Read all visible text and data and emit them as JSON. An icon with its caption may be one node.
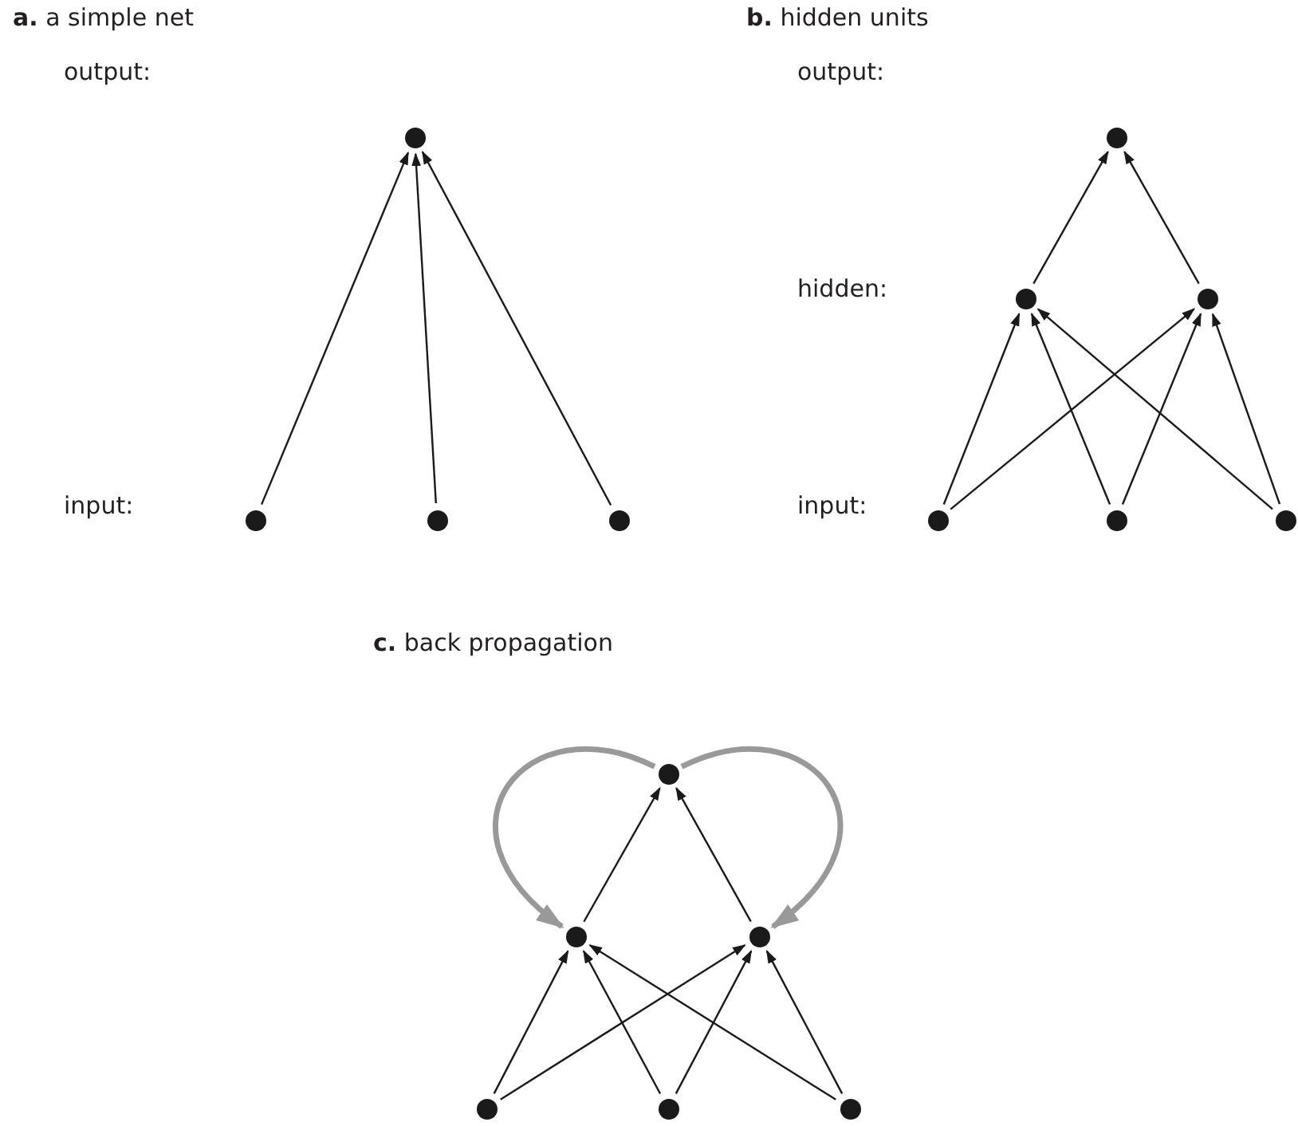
{
  "diagram": {
    "nodes": [
      {
        "text": [],
        "shape": "circle"
      },
      {
        "text": [],
        "shape": "circle"
      },
      {
        "text": [],
        "shape": "circle"
      },
      {
        "text": [],
        "shape": "circle"
      },
      {
        "text": [],
        "shape": "circle"
      },
      {
        "text": [],
        "shape": "circle"
      },
      {
        "text": [],
        "shape": "circle"
      },
      {
        "text": [],
        "shape": "circle"
      },
      {
        "text": [],
        "shape": "circle"
      },
      {
        "text": [],
        "shape": "circle"
      },
      {
        "text": [],
        "shape": "circle"
      },
      {
        "text": [],
        "shape": "circle"
      },
      {
        "text": [],
        "shape": "circle"
      },
      {
        "text": [],
        "shape": "circle"
      },
      {
        "text": [],
        "shape": "circle"
      },
      {
        "text": [],
        "shape": "circle"
      }
    ],
    "edges": [
      {
        "from": 1,
        "to": 0,
        "arrow": "to"
      },
      {
        "from": 2,
        "to": 0,
        "arrow": "to"
      },
      {
        "from": 3,
        "to": 0,
        "arrow": "to"
      },
      {
        "from": 5,
        "to": 4,
        "arrow": "to"
      },
      {
        "from": 6,
        "to": 4,
        "arrow": "to"
      },
      {
        "from": 7,
        "to": 5,
        "arrow": "to"
      },
      {
        "from": 7,
        "to": 6,
        "arrow": "to"
      },
      {
        "from": 8,
        "to": 5,
        "arrow": "to"
      },
      {
        "from": 8,
        "to": 6,
        "arrow": "to"
      },
      {
        "from": 9,
        "to": 5,
        "arrow": "to"
      },
      {
        "from": 9,
        "to": 6,
        "arrow": "to"
      },
      {
        "from": 11,
        "to": 10,
        "arrow": "to"
      },
      {
        "from": 12,
        "to": 10,
        "arrow": "to"
      },
      {
        "from": 13,
        "to": 11,
        "arrow": "to"
      },
      {
        "from": 13,
        "to": 12,
        "arrow": "to"
      },
      {
        "from": 14,
        "to": 11,
        "arrow": "to"
      },
      {
        "from": 14,
        "to": 12,
        "arrow": "to"
      },
      {
        "from": 15,
        "to": 11,
        "arrow": "to"
      },
      {
        "from": 15,
        "to": 12,
        "arrow": "to"
      },
      {
        "from": 10,
        "to": 11,
        "arrow": "to",
        "style": "thick",
        "color": "#999999"
      },
      {
        "from": 10,
        "to": 12,
        "arrow": "to",
        "style": "thick",
        "color": "#999999"
      }
    ],
    "labels": [
      "**a.** a simple net",
      "**b.** hidden units",
      "output:",
      "output:",
      "hidden:",
      "input:",
      "input:",
      "**c.** back propagation"
    ]
  }
}
